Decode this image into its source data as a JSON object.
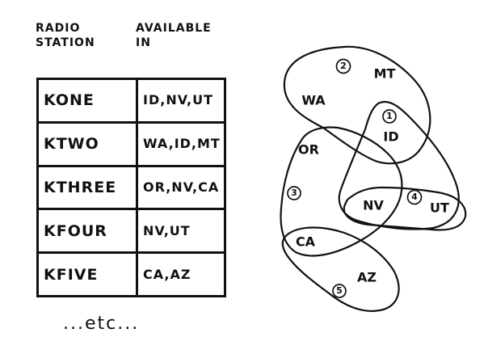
{
  "table": {
    "headers": {
      "station": "RADIO\nSTATION",
      "available": "AVAILABLE\nIN"
    },
    "rows": [
      {
        "station": "KONE",
        "available": "ID,NV,UT"
      },
      {
        "station": "KTWO",
        "available": "WA,ID,MT"
      },
      {
        "station": "KTHREE",
        "available": "OR,NV,CA"
      },
      {
        "station": "KFOUR",
        "available": "NV,UT"
      },
      {
        "station": "KFIVE",
        "available": "CA,AZ"
      }
    ]
  },
  "etc_text": "...etc...",
  "coverage": {
    "states": {
      "MT": "MT",
      "WA": "WA",
      "OR": "OR",
      "ID": "ID",
      "NV": "NV",
      "UT": "UT",
      "CA": "CA",
      "AZ": "AZ"
    },
    "markers": {
      "one": "1",
      "two": "2",
      "three": "3",
      "four": "4",
      "five": "5"
    }
  }
}
